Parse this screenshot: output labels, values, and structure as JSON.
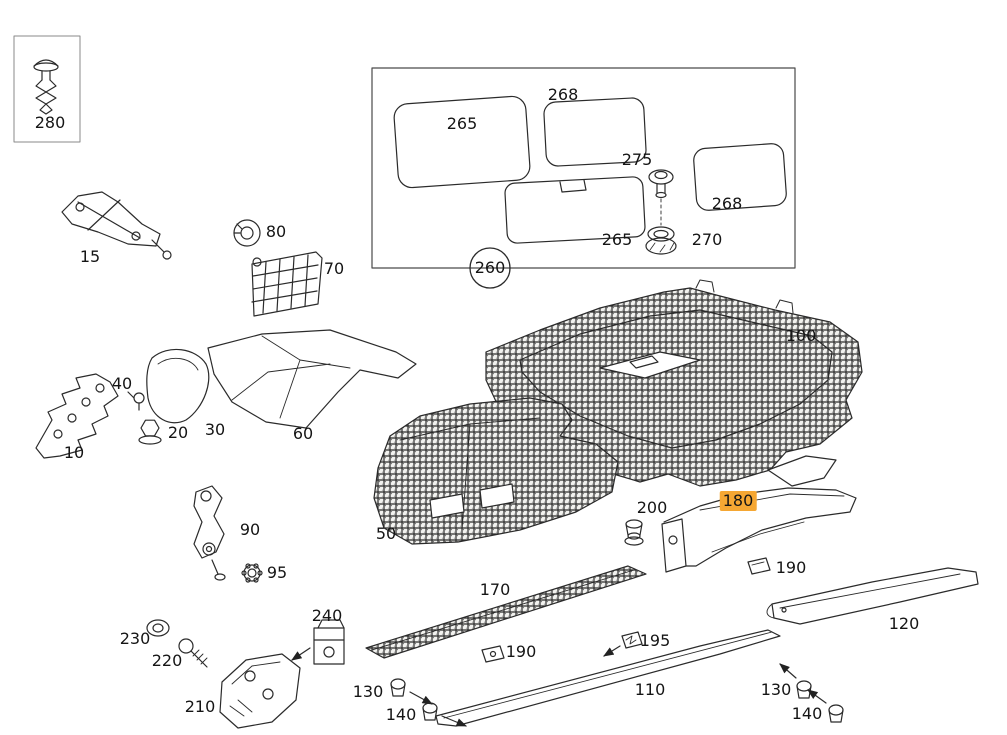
{
  "diagram": {
    "type": "exploded-parts-diagram",
    "subject": "vehicle floor covering and sill trim parts",
    "highlight_color": "#f5a733",
    "highlighted_part": "180",
    "line_color": "#2b2b2b"
  },
  "labels": {
    "p280": "280",
    "p15": "15",
    "p80": "80",
    "p70": "70",
    "p265a": "265",
    "p268a": "268",
    "p275": "275",
    "p268b": "268",
    "p265b": "265",
    "p270": "270",
    "p260": "260",
    "p100": "100",
    "p40": "40",
    "p20": "20",
    "p30": "30",
    "p60": "60",
    "p10": "10",
    "p90": "90",
    "p95": "95",
    "p50": "50",
    "p200": "200",
    "p180": "180",
    "p190a": "190",
    "p170": "170",
    "p195": "195",
    "p190b": "190",
    "p120": "120",
    "p240": "240",
    "p230": "230",
    "p220": "220",
    "p210": "210",
    "p110": "110",
    "p130a": "130",
    "p140a": "140",
    "p130b": "130",
    "p140b": "140"
  }
}
